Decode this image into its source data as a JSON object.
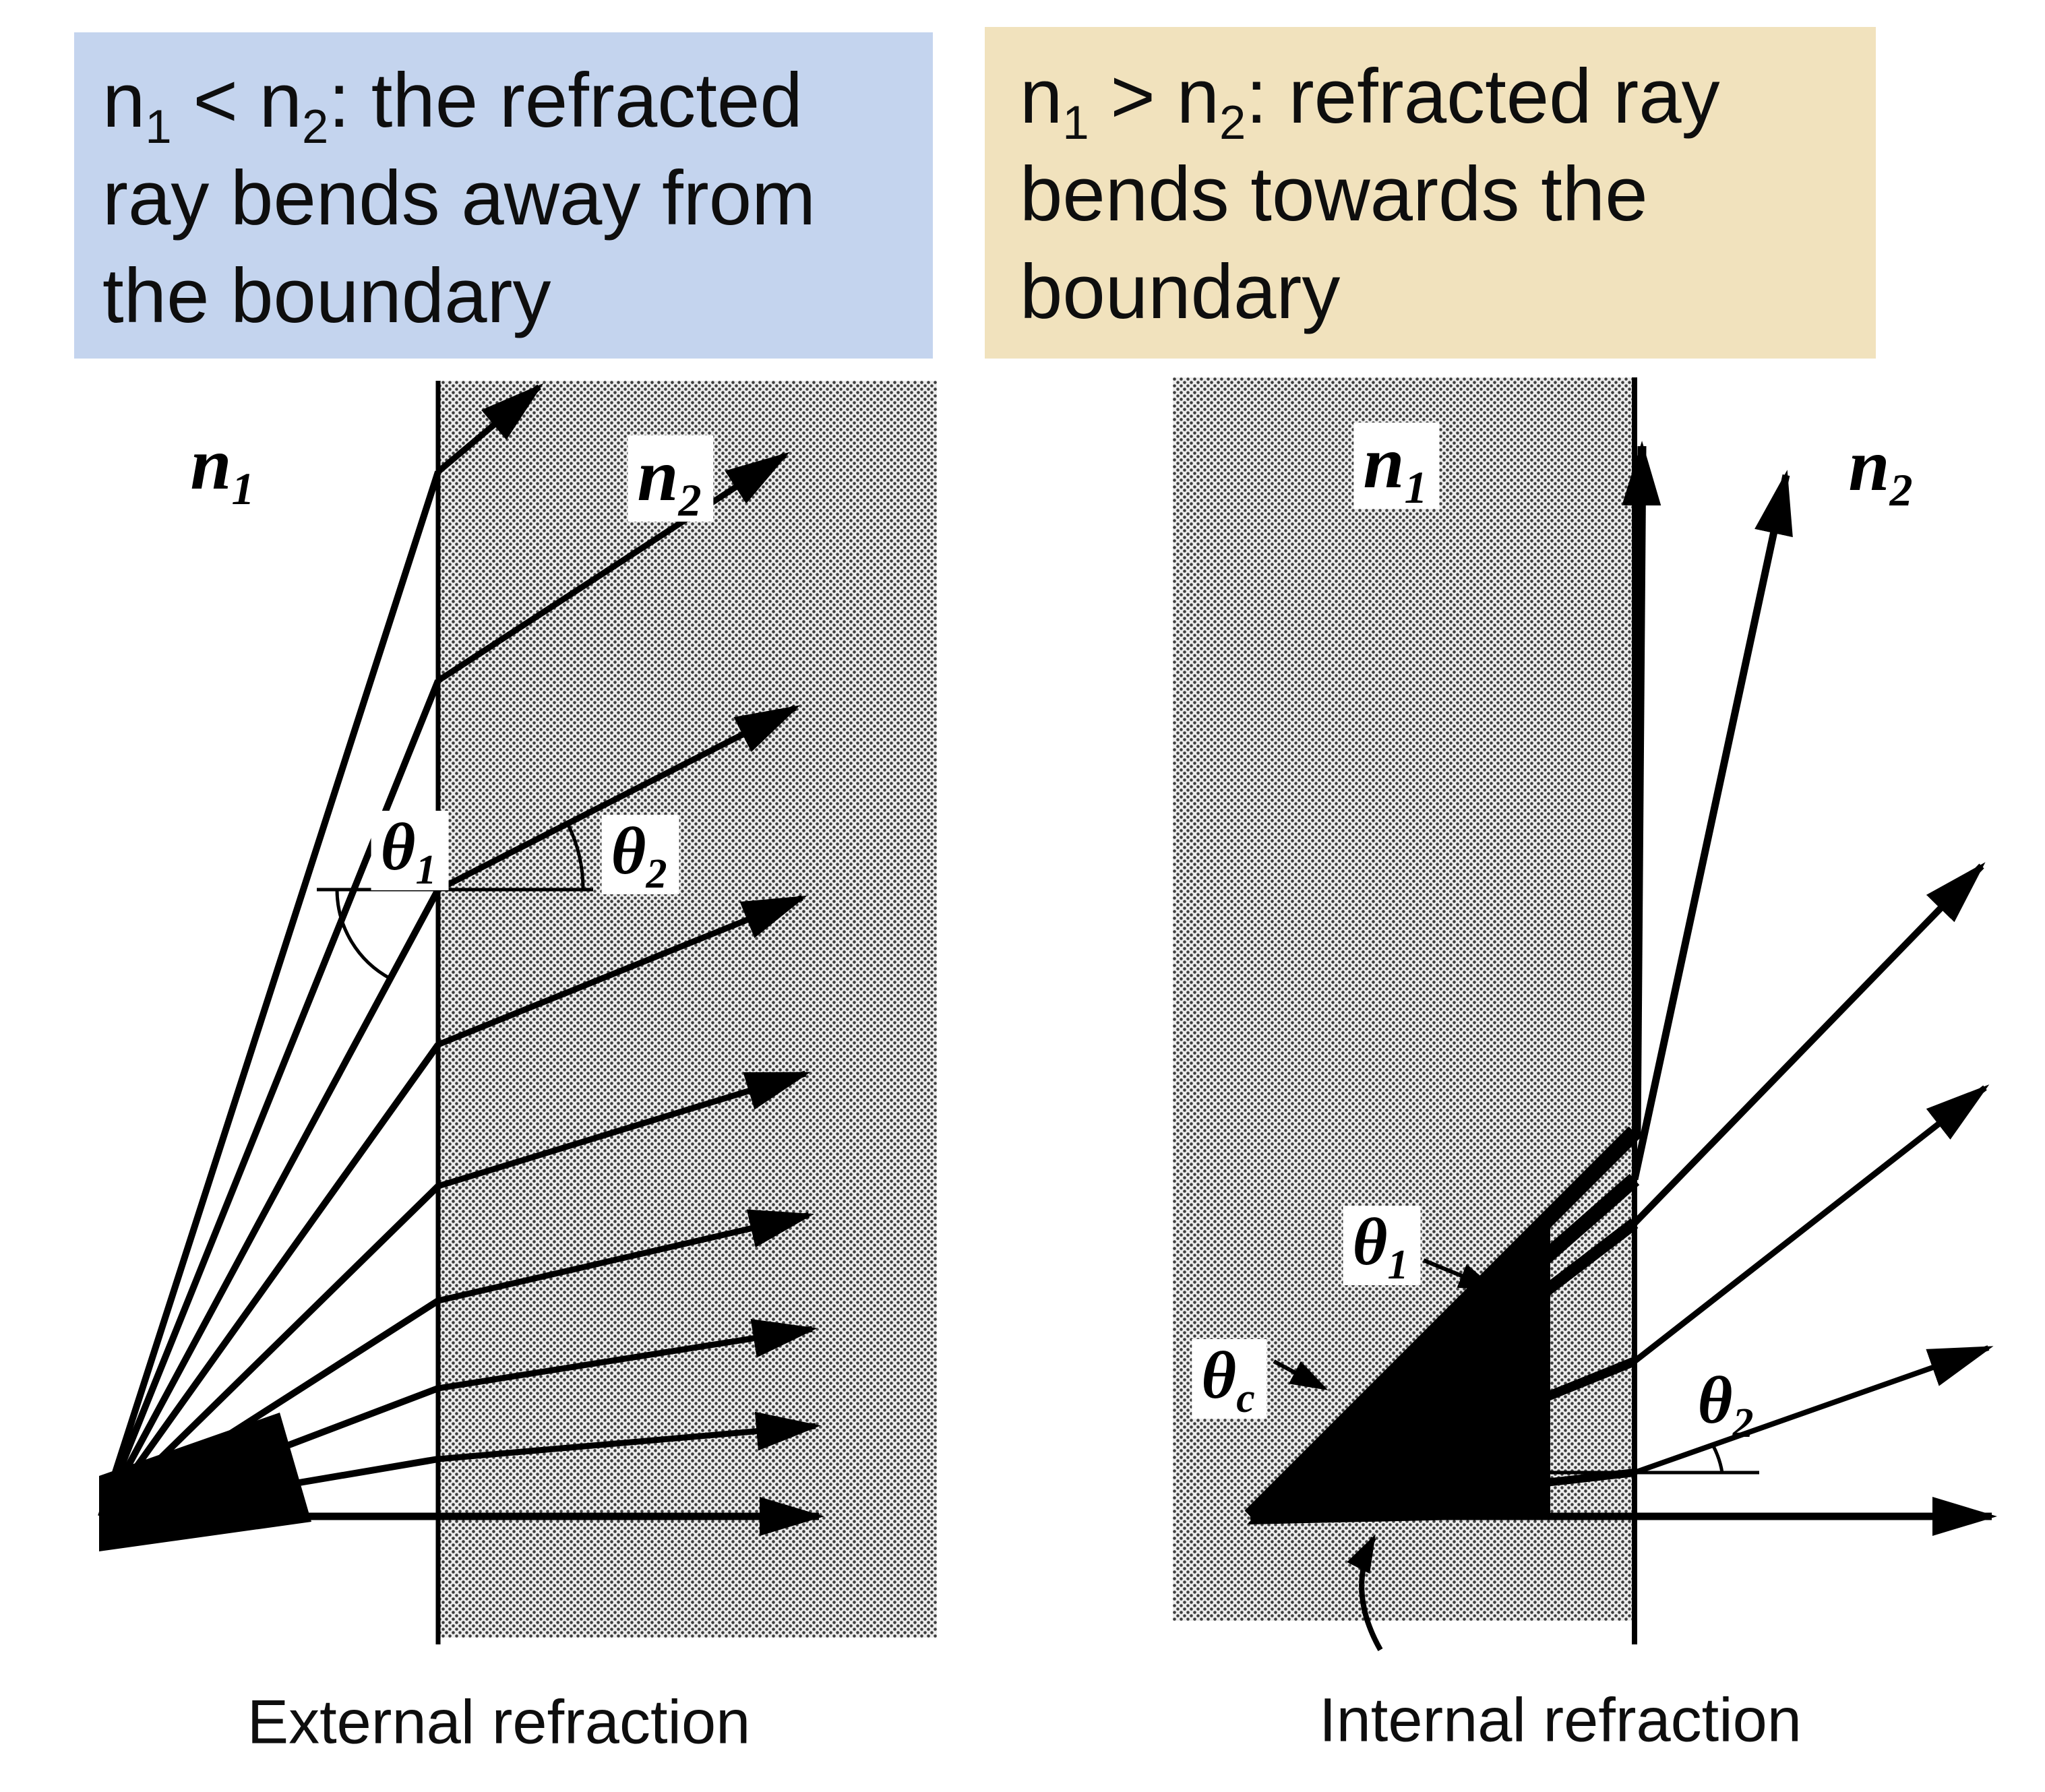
{
  "headers": {
    "left": {
      "bg": "#c4d4ee",
      "lines": [
        [
          {
            "t": "n"
          },
          {
            "t": "1",
            "sub": true
          },
          {
            "t": " < n"
          },
          {
            "t": "2",
            "sub": true
          },
          {
            "t": ": the refracted"
          }
        ],
        [
          {
            "t": "ray bends away from"
          }
        ],
        [
          {
            "t": "the boundary"
          }
        ]
      ]
    },
    "right": {
      "bg": "#f1e2bd",
      "lines": [
        [
          {
            "t": "n"
          },
          {
            "t": "1",
            "sub": true
          },
          {
            "t": " > n"
          },
          {
            "t": "2",
            "sub": true
          },
          {
            "t": ": refracted ray"
          }
        ],
        [
          {
            "t": "bends towards the"
          }
        ],
        [
          {
            "t": "boundary"
          }
        ]
      ]
    }
  },
  "diagrams": {
    "left": {
      "caption": "External refraction",
      "labels": {
        "n1": [
          {
            "t": "n"
          },
          {
            "t": "1",
            "sub": true
          }
        ],
        "n2": [
          {
            "t": "n"
          },
          {
            "t": "2",
            "sub": true
          }
        ],
        "theta1": [
          {
            "t": "θ"
          },
          {
            "t": "1",
            "sub": true
          }
        ],
        "theta2": [
          {
            "t": "θ"
          },
          {
            "t": "2",
            "sub": true
          }
        ]
      }
    },
    "right": {
      "caption": "Internal refraction",
      "labels": {
        "n1": [
          {
            "t": "n"
          },
          {
            "t": "1",
            "sub": true
          }
        ],
        "n2": [
          {
            "t": "n"
          },
          {
            "t": "2",
            "sub": true
          }
        ],
        "theta1": [
          {
            "t": "θ"
          },
          {
            "t": "1",
            "sub": true
          }
        ],
        "theta2": [
          {
            "t": "θ"
          },
          {
            "t": "2",
            "sub": true
          }
        ],
        "thetac": [
          {
            "t": "θ"
          },
          {
            "t": "c",
            "sub": true
          }
        ]
      }
    }
  },
  "colors": {
    "header_left_bg": "#c4d4ee",
    "header_right_bg": "#f1e2bd",
    "ink": "#000000",
    "stipple_dot": "#3c3c3c",
    "stipple_bg": "#ececec"
  }
}
